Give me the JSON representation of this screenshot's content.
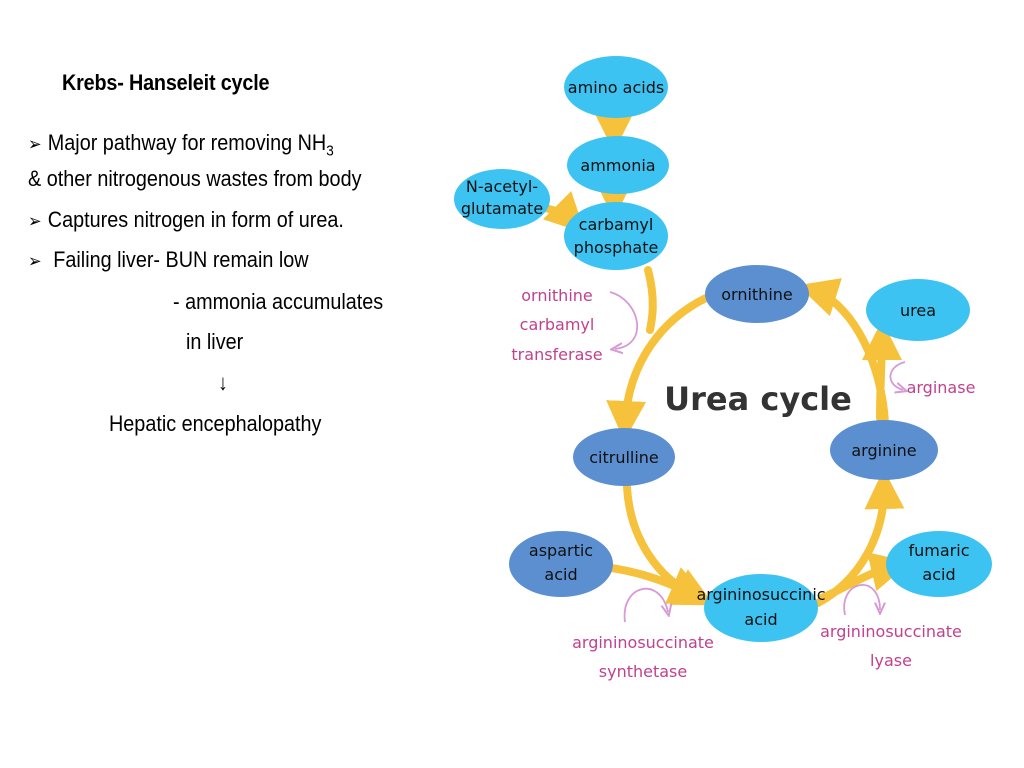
{
  "slide": {
    "title": "Krebs- Hanseleit cycle",
    "bullets": [
      {
        "marker": "➢",
        "text": "Major pathway for removing NH",
        "subscript": "3",
        "continuation": "& other nitrogenous wastes from body"
      },
      {
        "marker": "➢",
        "text": "Captures nitrogen in form of urea."
      },
      {
        "marker": "➢",
        "text": " Failing liver- BUN remain low"
      }
    ],
    "sublines": [
      "- ammonia accumulates",
      "in liver",
      "↓",
      "Hepatic encephalopathy"
    ]
  },
  "diagram": {
    "cycle_title": "Urea cycle",
    "nodes": {
      "amino_acids": {
        "lines": [
          "amino acids"
        ],
        "color": "#3dc3f2"
      },
      "ammonia": {
        "lines": [
          "ammonia"
        ],
        "color": "#3dc3f2"
      },
      "n_acetyl_glutamate": {
        "lines": [
          "N-acetyl-",
          "glutamate"
        ],
        "color": "#3dc3f2"
      },
      "carbamyl_phosphate": {
        "lines": [
          "carbamyl",
          "phosphate"
        ],
        "color": "#3dc3f2"
      },
      "ornithine": {
        "lines": [
          "ornithine"
        ],
        "color": "#5b8fd0"
      },
      "urea": {
        "lines": [
          "urea"
        ],
        "color": "#3dc3f2"
      },
      "citrulline": {
        "lines": [
          "citrulline"
        ],
        "color": "#5b8fd0"
      },
      "arginine": {
        "lines": [
          "arginine"
        ],
        "color": "#5b8fd0"
      },
      "aspartic_acid": {
        "lines": [
          "aspartic",
          "acid"
        ],
        "color": "#5b8fd0"
      },
      "argininosuccinic_acid": {
        "lines": [
          "argininosuccinic",
          "acid"
        ],
        "color": "#3dc3f2"
      },
      "fumaric_acid": {
        "lines": [
          "fumaric",
          "acid"
        ],
        "color": "#3dc3f2"
      }
    },
    "enzymes": {
      "ornithine_carbamyl_transferase": [
        "ornithine",
        "carbamyl",
        "transferase"
      ],
      "arginase": [
        "arginase"
      ],
      "argininosuccinate_synthetase": [
        "argininosuccinate",
        "synthetase"
      ],
      "argininosuccinate_lyase": [
        "argininosuccinate",
        "lyase"
      ]
    },
    "colors": {
      "arrow": "#f7c23b",
      "enzyme": "#c0418e",
      "dark_node": "#5b8fd0",
      "light_node": "#3dc3f2"
    }
  }
}
